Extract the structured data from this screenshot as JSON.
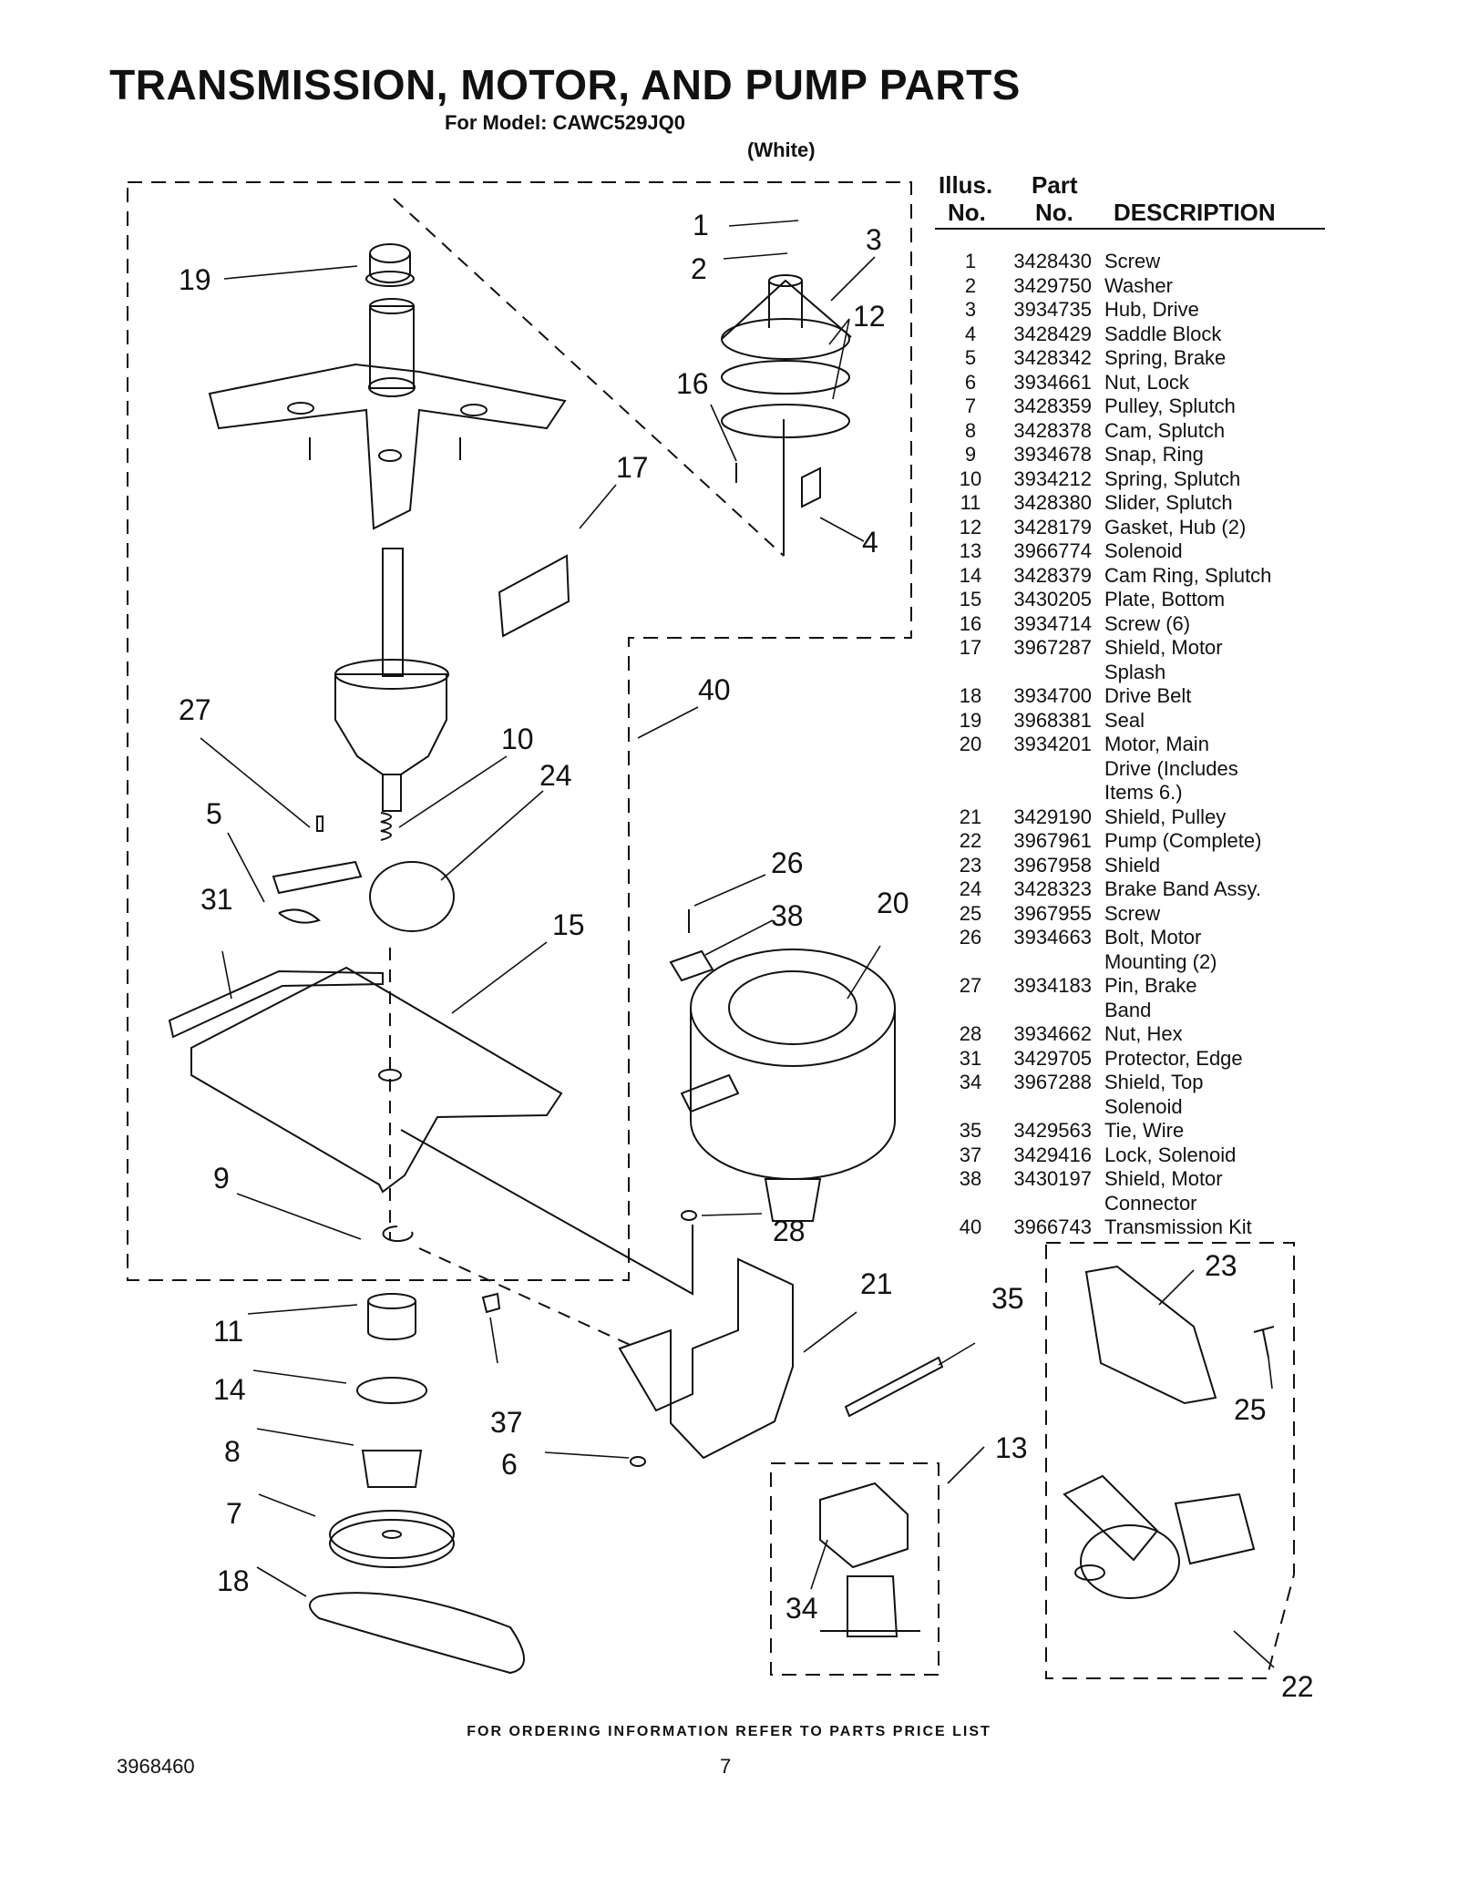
{
  "header": {
    "title": "TRANSMISSION, MOTOR, AND PUMP PARTS",
    "model_line": "For Model: CAWC529JQ0",
    "color_line": "(White)"
  },
  "table": {
    "col_illus_line1": "Illus.",
    "col_illus_line2": "No.",
    "col_part_line1": "Part",
    "col_part_line2": "No.",
    "col_desc": "DESCRIPTION",
    "rows": [
      {
        "illus": "1",
        "part": "3428430",
        "desc": "Screw"
      },
      {
        "illus": "2",
        "part": "3429750",
        "desc": "Washer"
      },
      {
        "illus": "3",
        "part": "3934735",
        "desc": "Hub, Drive"
      },
      {
        "illus": "4",
        "part": "3428429",
        "desc": "Saddle Block"
      },
      {
        "illus": "5",
        "part": "3428342",
        "desc": "Spring, Brake"
      },
      {
        "illus": "6",
        "part": "3934661",
        "desc": "Nut, Lock"
      },
      {
        "illus": "7",
        "part": "3428359",
        "desc": "Pulley, Splutch"
      },
      {
        "illus": "8",
        "part": "3428378",
        "desc": "Cam, Splutch"
      },
      {
        "illus": "9",
        "part": "3934678",
        "desc": "Snap, Ring"
      },
      {
        "illus": "10",
        "part": "3934212",
        "desc": "Spring, Splutch"
      },
      {
        "illus": "11",
        "part": "3428380",
        "desc": "Slider, Splutch"
      },
      {
        "illus": "12",
        "part": "3428179",
        "desc": "Gasket, Hub (2)"
      },
      {
        "illus": "13",
        "part": "3966774",
        "desc": "Solenoid"
      },
      {
        "illus": "14",
        "part": "3428379",
        "desc": "Cam Ring, Splutch"
      },
      {
        "illus": "15",
        "part": "3430205",
        "desc": "Plate, Bottom"
      },
      {
        "illus": "16",
        "part": "3934714",
        "desc": "Screw (6)"
      },
      {
        "illus": "17",
        "part": "3967287",
        "desc": "Shield, Motor"
      },
      {
        "illus": "",
        "part": "",
        "desc": "Splash"
      },
      {
        "illus": "18",
        "part": "3934700",
        "desc": "Drive Belt"
      },
      {
        "illus": "19",
        "part": "3968381",
        "desc": "Seal"
      },
      {
        "illus": "20",
        "part": "3934201",
        "desc": "Motor, Main"
      },
      {
        "illus": "",
        "part": "",
        "desc": "Drive (Includes"
      },
      {
        "illus": "",
        "part": "",
        "desc": "Items 6.)"
      },
      {
        "illus": "21",
        "part": "3429190",
        "desc": "Shield, Pulley"
      },
      {
        "illus": "22",
        "part": "3967961",
        "desc": "Pump (Complete)"
      },
      {
        "illus": "23",
        "part": "3967958",
        "desc": "Shield"
      },
      {
        "illus": "24",
        "part": "3428323",
        "desc": "Brake Band Assy."
      },
      {
        "illus": "25",
        "part": "3967955",
        "desc": "Screw"
      },
      {
        "illus": "26",
        "part": "3934663",
        "desc": "Bolt, Motor"
      },
      {
        "illus": "",
        "part": "",
        "desc": "Mounting (2)"
      },
      {
        "illus": "27",
        "part": "3934183",
        "desc": "Pin, Brake"
      },
      {
        "illus": "",
        "part": "",
        "desc": "Band"
      },
      {
        "illus": "28",
        "part": "3934662",
        "desc": "Nut, Hex"
      },
      {
        "illus": "31",
        "part": "3429705",
        "desc": "Protector, Edge"
      },
      {
        "illus": "34",
        "part": "3967288",
        "desc": "Shield, Top"
      },
      {
        "illus": "",
        "part": "",
        "desc": "Solenoid"
      },
      {
        "illus": "35",
        "part": "3429563",
        "desc": "Tie, Wire"
      },
      {
        "illus": "37",
        "part": "3429416",
        "desc": "Lock, Solenoid"
      },
      {
        "illus": "38",
        "part": "3430197",
        "desc": "Shield, Motor"
      },
      {
        "illus": "",
        "part": "",
        "desc": "Connector"
      },
      {
        "illus": "40",
        "part": "3966743",
        "desc": "Transmission Kit"
      }
    ]
  },
  "callouts": {
    "c1": "1",
    "c2": "2",
    "c3": "3",
    "c4": "4",
    "c5": "5",
    "c6": "6",
    "c7": "7",
    "c8": "8",
    "c9": "9",
    "c10": "10",
    "c11": "11",
    "c12": "12",
    "c13": "13",
    "c14": "14",
    "c15": "15",
    "c16": "16",
    "c17": "17",
    "c18": "18",
    "c19": "19",
    "c20": "20",
    "c21": "21",
    "c22": "22",
    "c23": "23",
    "c24": "24",
    "c25": "25",
    "c26": "26",
    "c27": "27",
    "c28": "28",
    "c31": "31",
    "c34": "34",
    "c35": "35",
    "c37": "37",
    "c38": "38",
    "c40": "40"
  },
  "footer": {
    "ordering_note": "FOR ORDERING INFORMATION REFER TO PARTS PRICE LIST",
    "doc_number": "3968460",
    "page_number": "7"
  }
}
